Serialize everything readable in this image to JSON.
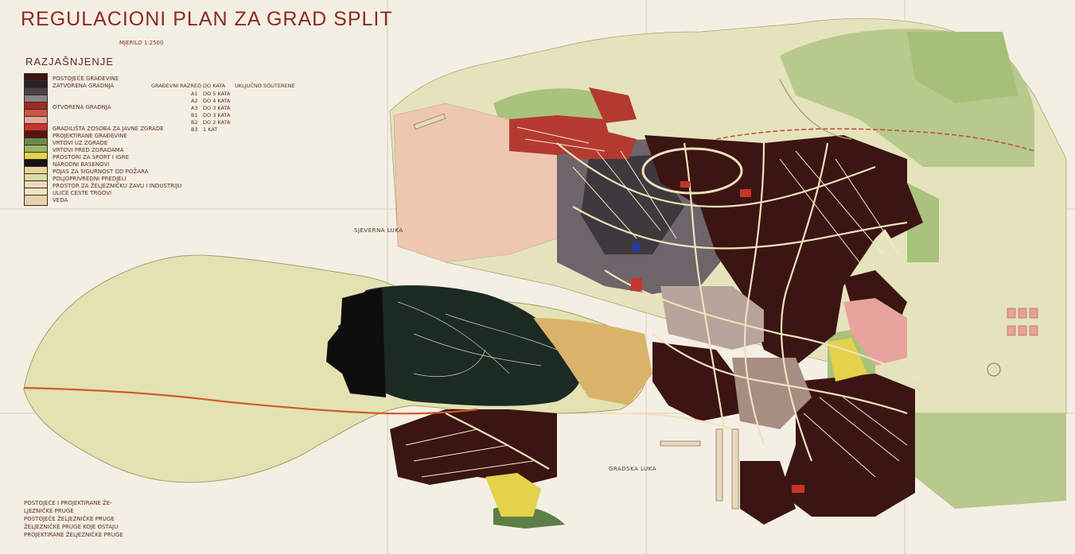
{
  "map": {
    "title": "REGULACIONI PLAN ZA GRAD SPLIT",
    "scale": "MJERILO 1:2500",
    "legend_title": "RAZJAŠNJENJE",
    "legend": [
      {
        "label": "POSTOJEĆE GRAĐEVINE",
        "color": "#3b1512"
      },
      {
        "label": "ZATVORENA GRADNJA",
        "color": "#262224"
      },
      {
        "label": "",
        "color": "#4b4448"
      },
      {
        "label": "",
        "color": "#8a8386"
      },
      {
        "label": "OTVORENA GRADNJA",
        "color": "#9e2a22"
      },
      {
        "label": "",
        "color": "#c9564a"
      },
      {
        "label": "",
        "color": "#e8a49c"
      },
      {
        "label": "GRADILIŠTA ZOSOBA ZA JAVNE ZGRADE",
        "color": "#c7342a"
      },
      {
        "label": "PROJEKTIRANE GRAĐEVINE",
        "color": "#5a1410"
      },
      {
        "label": "VRTOVI UZ ZGRADE",
        "color": "#6b8a4a"
      },
      {
        "label": "VRTOVI PRED ZGRADAMA",
        "color": "#9ab56a"
      },
      {
        "label": "PROSTORI ZA SPORT I IGRE",
        "color": "#e3d24a"
      },
      {
        "label": "NARODNI BASENOVI",
        "color": "#131313"
      },
      {
        "label": "POJAS ZA SIGURNOST OD POŽARA",
        "color": "#e8d49a"
      },
      {
        "label": "POLJOPRIVREDNI PREDJELI",
        "color": "#d9dda0"
      },
      {
        "label": "PROSTOR ZA ŽELJEZNIČKU ZAVU I INDUSTRIJU",
        "color": "#ecd9c0"
      },
      {
        "label": "ULICE CESTE TRGOVI",
        "color": "#f2e3bf"
      },
      {
        "label": "VEDA",
        "color": "#e8d2ad"
      }
    ],
    "legend_columns": {
      "class_header": "GRAĐEVNI RAZRED",
      "height_header": "DO KATA",
      "extra_header": "UKLJUČNO SOUTERENE",
      "rows": [
        {
          "code": "A1",
          "height": "DO 5 KATA"
        },
        {
          "code": "A2",
          "height": "DO 4 KATA"
        },
        {
          "code": "A3",
          "height": "DO 3 KATA"
        },
        {
          "code": "B1",
          "height": "DO 3 KATA"
        },
        {
          "code": "B2",
          "height": "DO 2 KATA"
        },
        {
          "code": "B3",
          "height": "1 KAT"
        }
      ]
    },
    "rail_legend": [
      "POSTOJEĆE I PROJEKTIRANE ŽE-",
      "LJEZNIČKE PRUGE",
      "POSTOJEĆE ŽELJEZNIČKE PRUGE",
      "ŽELJEZNIČKE PRUGE KOJE OSTAJU",
      "PROJEKTIRANE ŽELJEZNIČKE PRUGE"
    ],
    "labels": {
      "north_port": "SJEVERNA LUKA",
      "city_port": "GRADSKA LUKA"
    },
    "colors": {
      "paper": "#f4efe4",
      "sea": "#efe9da",
      "land": "#e6e3b7",
      "green": "#a9c27c",
      "dark_green": "#5c7e47",
      "forest": "#1b2a22",
      "black": "#0e0e0e",
      "built": "#3b1512",
      "red": "#b43a30",
      "gray": "#6d6569",
      "road": "#f1e1bd",
      "rail": "#d45a2a"
    }
  }
}
